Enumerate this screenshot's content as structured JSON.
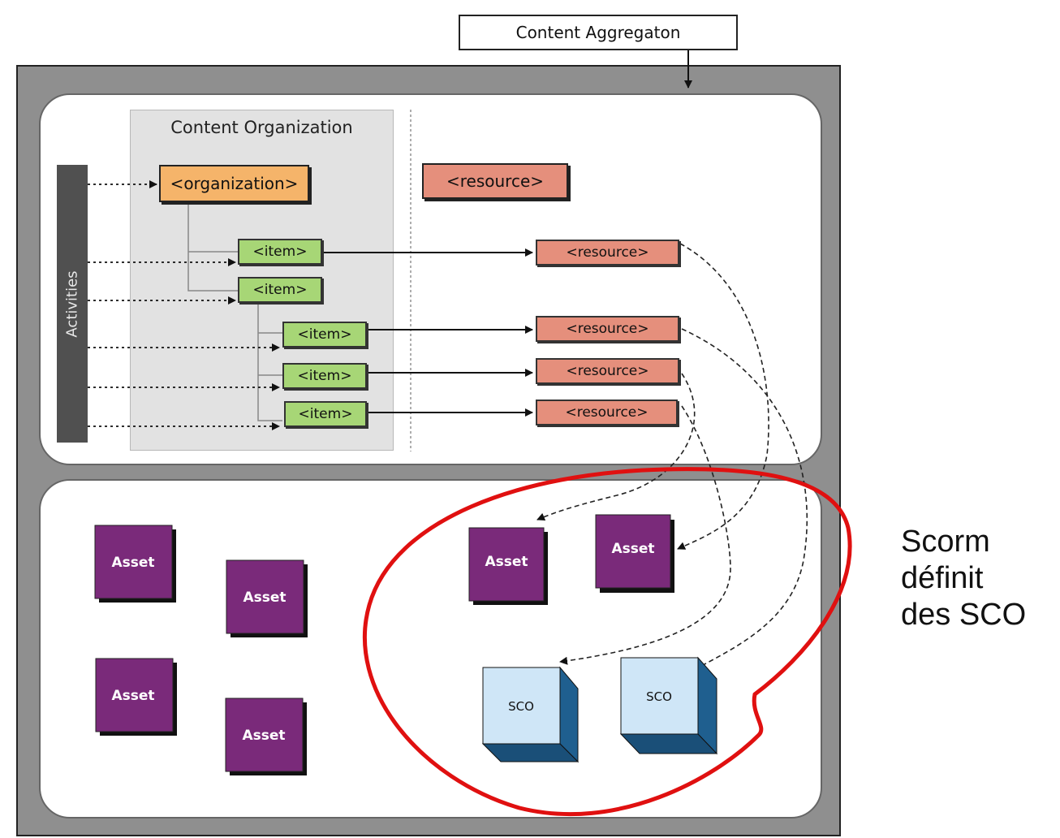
{
  "aggregation": {
    "label": "Content Aggregaton"
  },
  "organization": {
    "title": "Content Organization",
    "root_label": "<organization>"
  },
  "activities": {
    "label": "Activities"
  },
  "resource_header": {
    "label": "<resource>"
  },
  "items": [
    {
      "label": "<item>"
    },
    {
      "label": "<item>"
    },
    {
      "label": "<item>"
    },
    {
      "label": "<item>"
    },
    {
      "label": "<item>"
    }
  ],
  "resources": [
    {
      "label": "<resource>"
    },
    {
      "label": "<resource>"
    },
    {
      "label": "<resource>"
    },
    {
      "label": "<resource>"
    }
  ],
  "assets": [
    {
      "label": "Asset"
    },
    {
      "label": "Asset"
    },
    {
      "label": "Asset"
    },
    {
      "label": "Asset"
    },
    {
      "label": "Asset"
    },
    {
      "label": "Asset"
    }
  ],
  "scos": [
    {
      "label": "SCO"
    },
    {
      "label": "SCO"
    }
  ],
  "note": {
    "line1": "Scorm",
    "line2": "définit",
    "line3": "des SCO"
  },
  "colors": {
    "organization": "#f5b46a",
    "item": "#a7d676",
    "resource": "#e58f7c",
    "asset": "#7a2a7a",
    "sco_front": "#cfe6f7",
    "sco_side": "#1f5f8f",
    "highlight": "#e01010"
  }
}
